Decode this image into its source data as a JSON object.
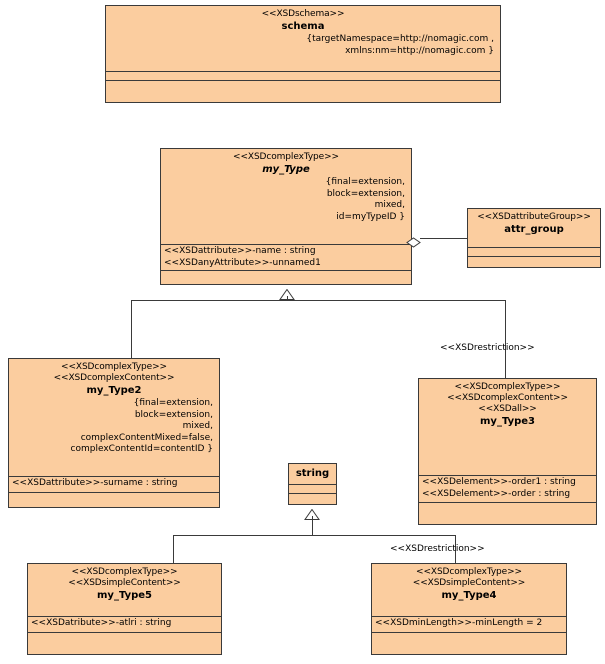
{
  "diagram": {
    "title": "XSD UML Class Diagram",
    "colors": {
      "class_fill": "#fbcd9f",
      "line": "#3a3a3a",
      "text": "#000000",
      "background": "#ffffff"
    }
  },
  "classes": {
    "schema": {
      "stereotypes": [
        "<<XSDschema>>"
      ],
      "name": "schema",
      "abstract": false,
      "properties": [
        "{targetNamespace=http://nomagic.com ,",
        "xmlns:nm=http://nomagic.com }"
      ],
      "attributes": [],
      "operations": []
    },
    "my_Type": {
      "stereotypes": [
        "<<XSDcomplexType>>"
      ],
      "name": "my_Type",
      "abstract": true,
      "properties": [
        "{final=extension,",
        "block=extension,",
        "mixed,",
        "id=myTypeID }"
      ],
      "attributes": [
        "<<XSDattribute>>-name : string",
        "<<XSDanyAttribute>>-unnamed1"
      ],
      "operations": []
    },
    "attr_group": {
      "stereotypes": [
        "<<XSDattributeGroup>>"
      ],
      "name": "attr_group",
      "abstract": false,
      "properties": [],
      "attributes": [],
      "operations": []
    },
    "my_Type2": {
      "stereotypes": [
        "<<XSDcomplexType>>",
        "<<XSDcomplexContent>>"
      ],
      "name": "my_Type2",
      "abstract": false,
      "properties": [
        "{final=extension,",
        "block=extension,",
        "mixed,",
        "complexContentMixed=false,",
        "complexContentId=contentID }"
      ],
      "attributes": [
        "<<XSDattribute>>-surname : string"
      ],
      "operations": []
    },
    "my_Type3": {
      "stereotypes": [
        "<<XSDcomplexType>>",
        "<<XSDcomplexContent>>",
        "<<XSDall>>"
      ],
      "name": "my_Type3",
      "abstract": false,
      "properties": [],
      "attributes": [
        "<<XSDelement>>-order1 : string",
        "<<XSDelement>>-order : string"
      ],
      "operations": []
    },
    "string": {
      "stereotypes": [],
      "name": "string",
      "abstract": false,
      "properties": [],
      "attributes": [],
      "operations": []
    },
    "my_Type5": {
      "stereotypes": [
        "<<XSDcomplexType>>",
        "<<XSDsimpleContent>>"
      ],
      "name": "my_Type5",
      "abstract": false,
      "properties": [],
      "attributes": [
        "<<XSDatribute>>-atlri : string"
      ],
      "operations": []
    },
    "my_Type4": {
      "stereotypes": [
        "<<XSDcomplexType>>",
        "<<XSDsimpleContent>>"
      ],
      "name": "my_Type4",
      "abstract": false,
      "properties": [],
      "attributes": [
        "<<XSDminLength>>-minLength = 2"
      ],
      "operations": []
    }
  },
  "relationships": {
    "my_type_to_attr_group": {
      "type": "aggregation",
      "source": "my_Type",
      "target": "attr_group",
      "label": ""
    },
    "my_type2_generalization": {
      "type": "generalization",
      "source": "my_Type2",
      "target": "my_Type",
      "label": ""
    },
    "my_type3_generalization": {
      "type": "generalization",
      "source": "my_Type3",
      "target": "my_Type",
      "label": "<<XSDrestriction>>"
    },
    "my_type5_generalization": {
      "type": "generalization",
      "source": "my_Type5",
      "target": "string",
      "label": ""
    },
    "my_type4_generalization": {
      "type": "generalization",
      "source": "my_Type4",
      "target": "string",
      "label": "<<XSDrestriction>>"
    }
  }
}
